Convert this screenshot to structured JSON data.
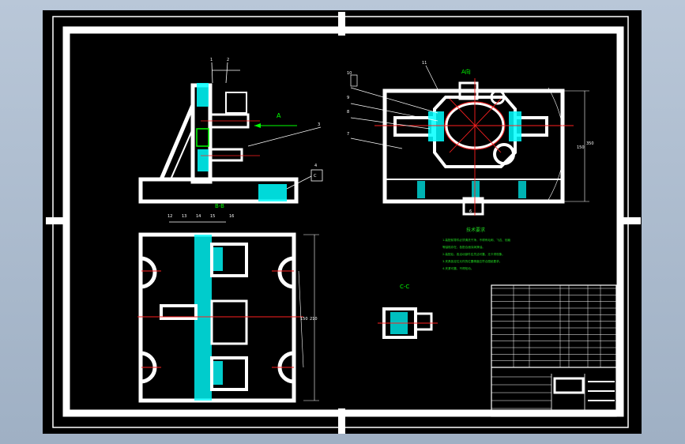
{
  "views": {
    "view_a_marker": "A",
    "view_a_top": "A向",
    "section_bb": "B-B",
    "section_cc": "C-C",
    "callout_c": "C"
  },
  "balloons": {
    "side": [
      "1",
      "2",
      "3",
      "4"
    ],
    "top": [
      "11",
      "10",
      "9",
      "8",
      "7",
      "6"
    ],
    "section": [
      "12",
      "13",
      "14",
      "15",
      "16"
    ]
  },
  "dimensions": {
    "top_h1": "150",
    "top_h2": "350",
    "sec_h1": "150",
    "sec_h2": "210"
  },
  "notes": {
    "title": "技术要求",
    "lines": [
      "1.装配前零件必须清洗干净，不得有毛刺、飞边、划痕",
      "等缺陷存在，各配合面涂润滑油。",
      "2.装配后，各活动部件应灵活可靠，无卡滞现象。",
      "3.夹具各定位元件的位置精度应符合图纸要求。",
      "4.夹紧可靠，不得松动。"
    ]
  },
  "title_block": {
    "bom_rows": 12
  },
  "colors": {
    "sheet": "#000000",
    "frame": "#ffffff",
    "cyan": "#00ffff",
    "red": "#ff2020",
    "green": "#22dd22",
    "yellow": "#ffff00"
  }
}
